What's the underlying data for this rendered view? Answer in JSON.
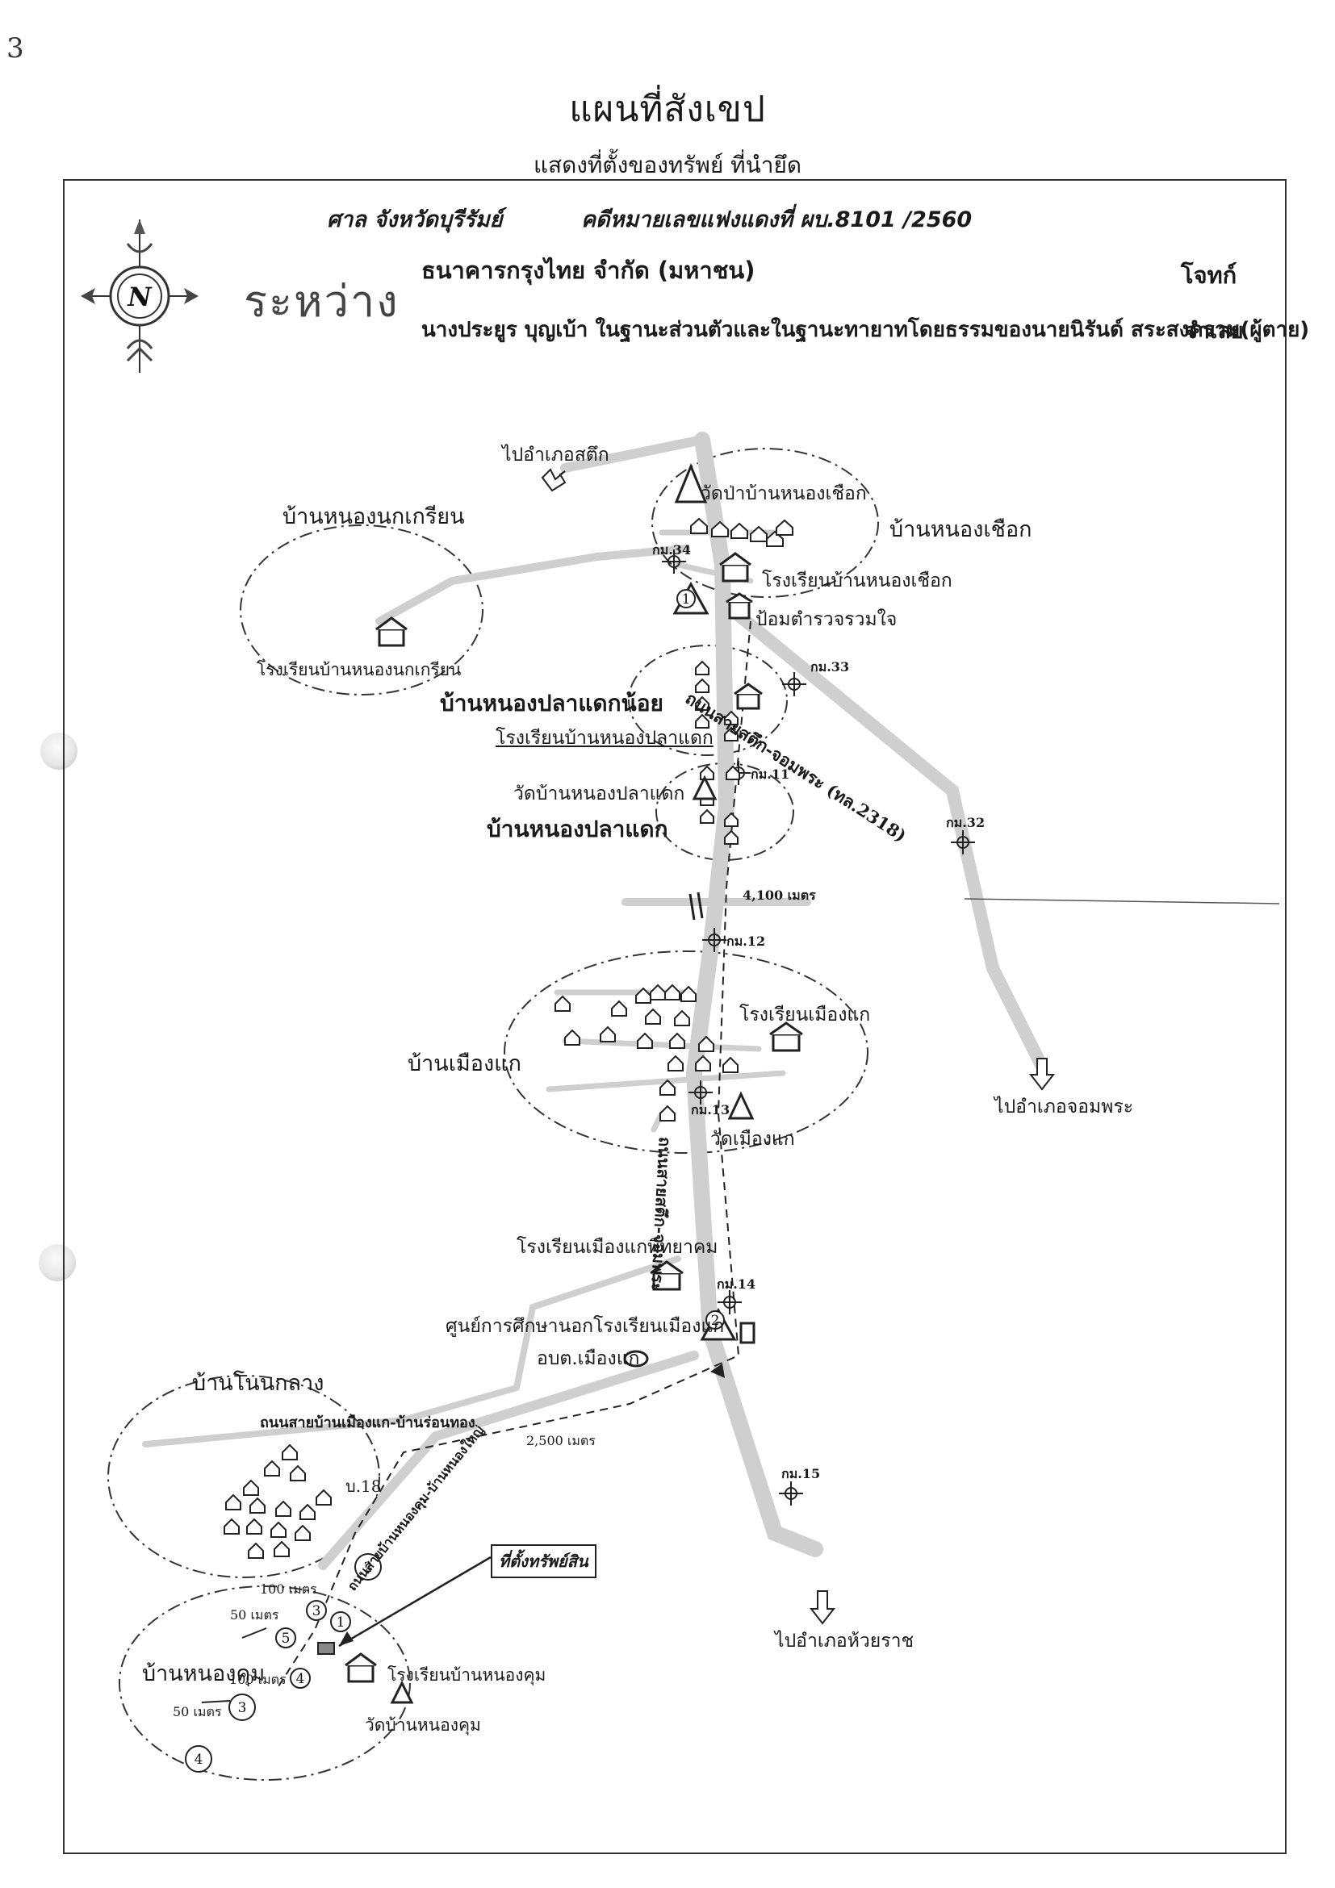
{
  "page_number": "3",
  "title": "แผนที่สังเขป",
  "subtitle": "แสดงที่ตั้งของทรัพย์ ที่นำยึด",
  "header": {
    "court": "ศาล  จังหวัดบุรีรัมย์",
    "case_no": "คดีหมายเลขแฟงแดงที่ ผบ.8101 /2560",
    "between_label": "ระหว่าง",
    "plaintiff_name": "ธนาคารกรุงไทย จำกัด (มหาชน)",
    "plaintiff_role": "โจทก์",
    "defendant_name": "นางประยูร บุญเบ้า ในฐานะส่วนตัวและในฐานะทายาทโดยธรรมของนายนิรันด์ สระสงคราม(ผู้ตาย)",
    "defendant_role": "จำเลย",
    "compass_letter": "N"
  },
  "map": {
    "directions": {
      "to_satuek": "ไปอำเภอสตึก",
      "to_chom_phra": "ไปอำเภอจอมพระ",
      "to_huai_rat": "ไปอำเภอห้วยราช"
    },
    "villages": {
      "nong_nok_khrian": "บ้านหนองนกเกรียน",
      "nong_chueak": "บ้านหนองเชือก",
      "nong_pla_daek_noi": "บ้านหนองปลาแดกน้อย",
      "nong_pla_daek": "บ้านหนองปลาแดก",
      "mueang_kae": "บ้านเมืองแก",
      "non_klang": "บ้านโนนกลาง",
      "nong_khum": "บ้านหนองคุม"
    },
    "places": {
      "wat_pa_nong_chueak": "วัดป่าบ้านหนองเชือก",
      "school_nong_chueak": "โรงเรียนบ้านหนองเชือก",
      "police_box": "ป้อมตำรวจรวมใจ",
      "school_nong_nok_khrian": "โรงเรียนบ้านหนองนกเกรียน",
      "school_nong_pla_daek": "โรงเรียนบ้านหนองปลาแดก",
      "wat_nong_pla_daek": "วัดบ้านหนองปลาแดก",
      "school_mueang_kae": "โรงเรียนเมืองแก",
      "wat_mueang_kae": "วัดเมืองแก",
      "school_mueang_kae_phitthayakhom": "โรงเรียนเมืองแกพิทยาคม",
      "nfe_center": "ศูนย์การศึกษานอกโรงเรียนเมืองแก",
      "sao_mueang_kae": "อบต.เมืองแก",
      "school_nong_khum": "โรงเรียนบ้านหนองคุม",
      "wat_nong_khum": "วัดบ้านหนองคุม"
    },
    "roads": {
      "main_road_upper": "ถนนสายสตึก-จอมพระ (ทล.2318)",
      "main_road_lower": "ถนนสายสตึก-จอมพระ",
      "road_mueang_kae_ron_thong": "ถนนสายบ้านเมืองแก-บ้านร่อนทอง",
      "road_nong_khum": "ถนนสายบ้านหนองคุม-บ้านหนองใหญ่"
    },
    "km_markers": [
      "กม.34",
      "กม.33",
      "กม.11",
      "กม.32",
      "กม.12",
      "กม.13",
      "กม.14",
      "กม.15"
    ],
    "distances": {
      "d_4100": "4,100 เมตร",
      "d_2500": "2,500 เมตร",
      "d_100_top": "100 เมตร",
      "d_50_left": "50 เมตร",
      "d_100_mid": "100 เมตร",
      "d_50_bottom": "50 เมตร"
    },
    "moo_label": "บ.18",
    "property_location_label": "ที่ตั้งทรัพย์สิน",
    "reference_points": [
      "1",
      "2",
      "3",
      "4",
      "5"
    ]
  },
  "colors": {
    "ink": "#1a1a1a",
    "road_fill": "#cfcfcf",
    "paper": "#ffffff"
  }
}
